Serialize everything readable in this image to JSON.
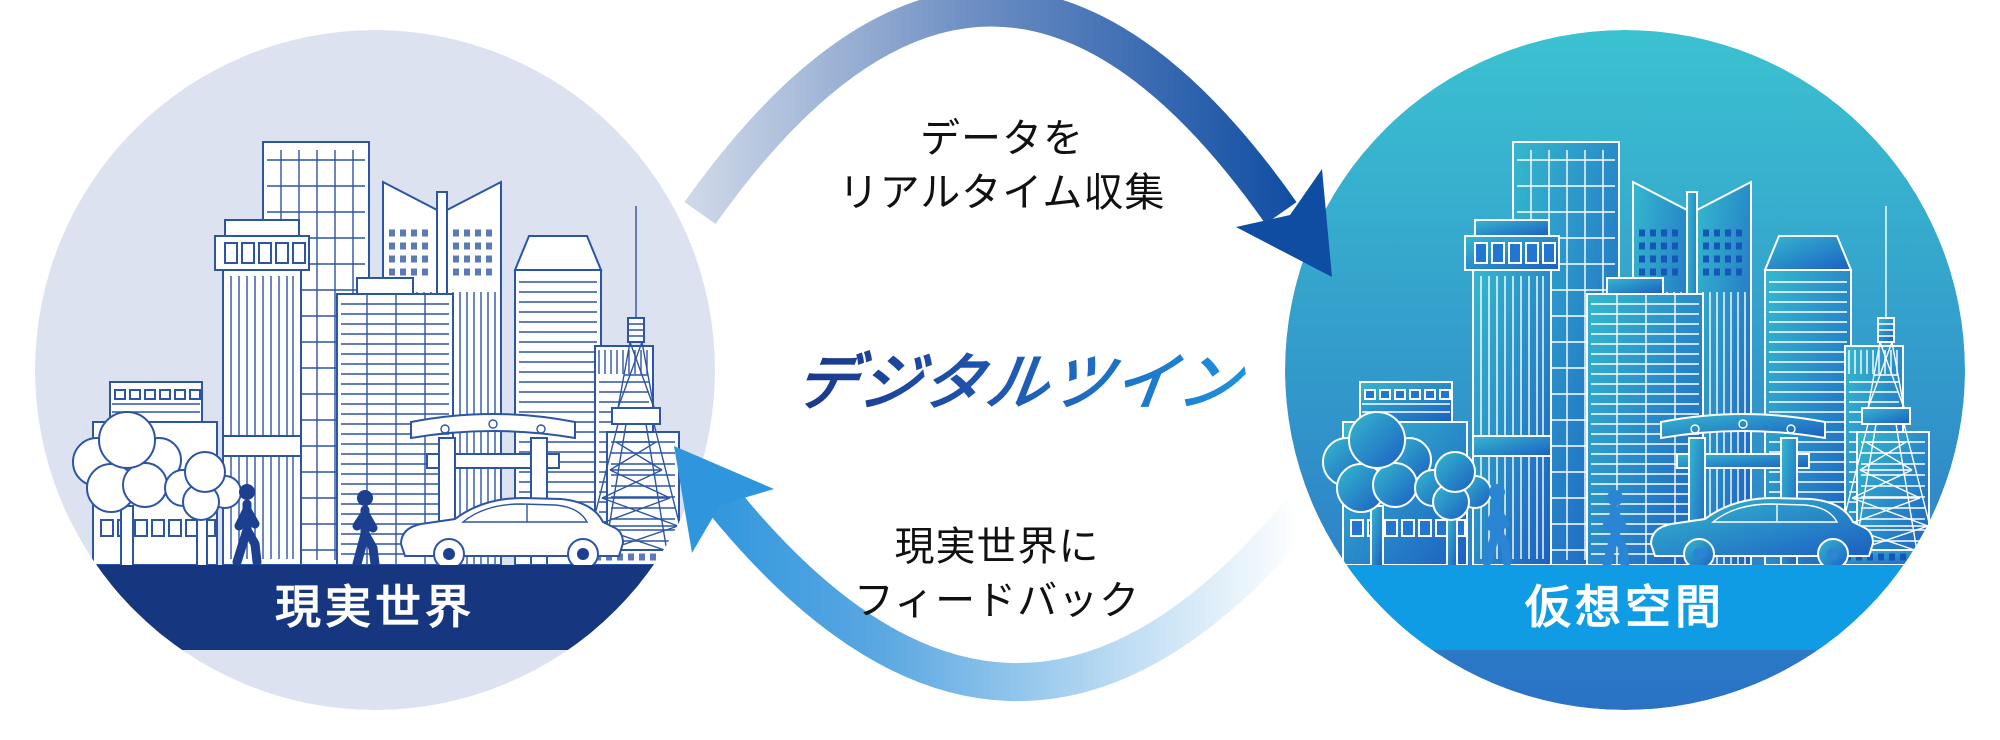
{
  "title": {
    "text": "デジタルツイン",
    "gradient_start": "#1b2e7e",
    "gradient_end": "#1e9ee6"
  },
  "arrows": {
    "top": {
      "label_line1": "データを",
      "label_line2": "リアルタイム収集",
      "direction": "left-to-right",
      "gradient_start": "#ccd7e7",
      "gradient_end": "#0f4da2"
    },
    "bottom": {
      "label_line1": "現実世界に",
      "label_line2": "フィードバック",
      "direction": "right-to-left",
      "gradient_start": "#ffffff",
      "gradient_end": "#2f96dd"
    }
  },
  "left_circle": {
    "label": "現実世界",
    "band_color": "#16377f",
    "background": "#dce2ef",
    "line_color": "#2d55a5"
  },
  "right_circle": {
    "label": "仮想空間",
    "band_color": "#0f9ce4",
    "background_top": "#3bc2d1",
    "background_bottom": "#2a72c5",
    "line_color": "#ffffff"
  }
}
